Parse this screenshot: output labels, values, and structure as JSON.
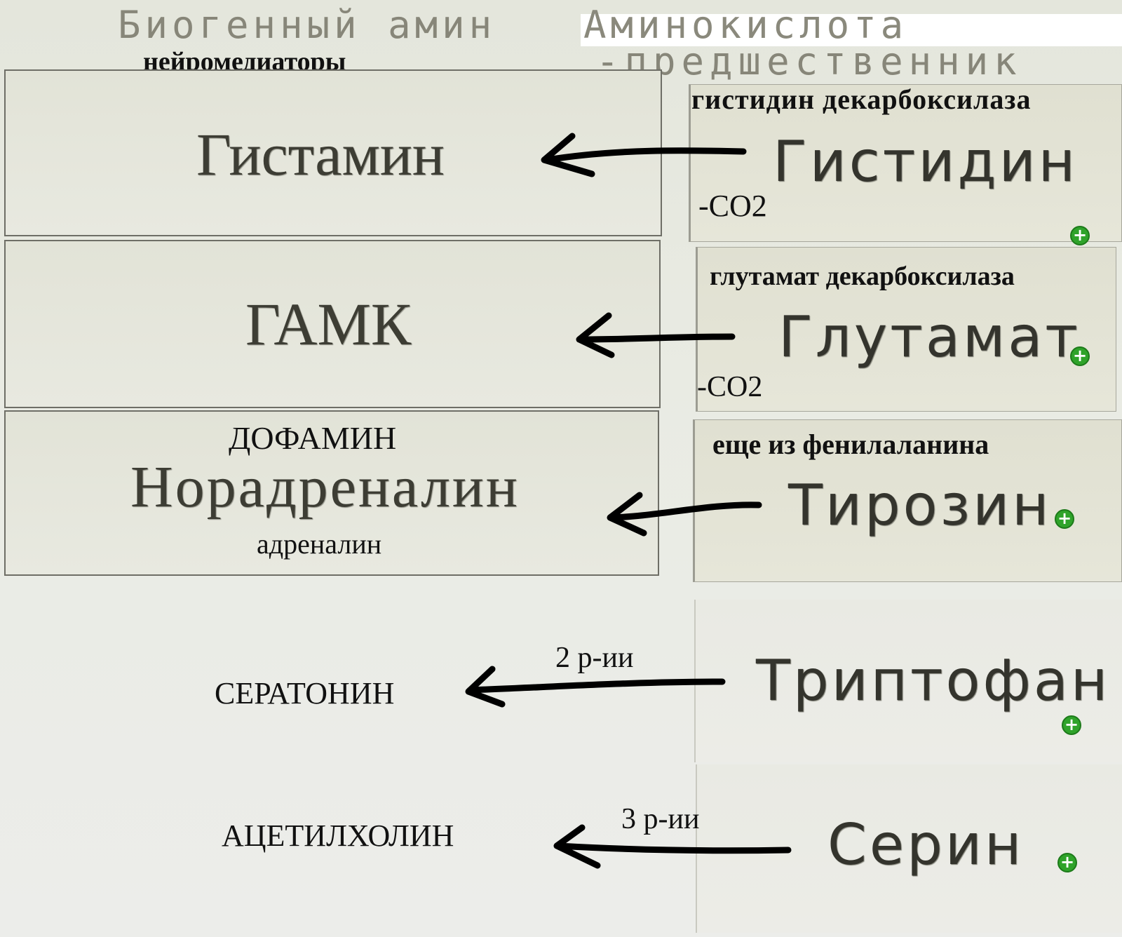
{
  "header": {
    "col_left": "Биогенный амин",
    "col_right_line1": "Аминокислота",
    "col_right_line2": "-предшественник",
    "annotation": "нейромедиаторы"
  },
  "rows": [
    {
      "amine": "Гистамин",
      "precursor": "Гистидин",
      "enzyme": "гистидин декарбоксилаза",
      "loss": "-СО2"
    },
    {
      "amine": "ГАМК",
      "precursor": "Глутамат",
      "enzyme": "глутамат декарбоксилаза",
      "loss": "-СО2"
    },
    {
      "amine": "Норадреналин",
      "amine_above": "ДОФАМИН",
      "amine_below": "адреналин",
      "precursor": "Тирозин",
      "precursor_note": "еще из фенилаланина"
    },
    {
      "amine": "СЕРАТОНИН",
      "precursor": "Триптофан",
      "steps": "2 р-ии"
    },
    {
      "amine": "АЦЕТИЛХОЛИН",
      "precursor": "Серин",
      "steps": "3 р-ии"
    }
  ],
  "colors": {
    "plus_icon": "#2fa32a",
    "arrow": "#000000"
  }
}
